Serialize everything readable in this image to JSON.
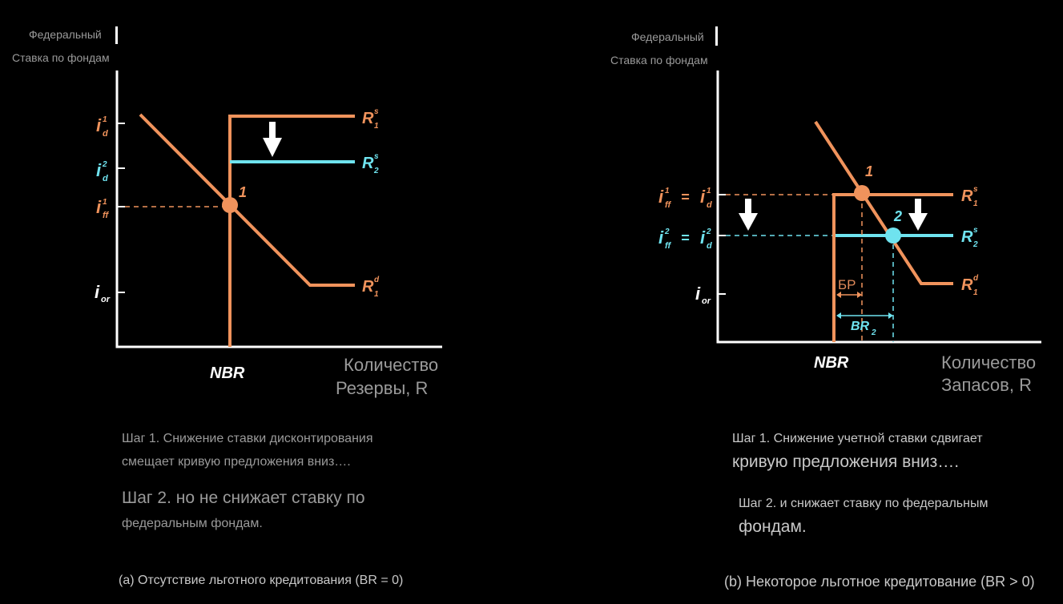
{
  "left": {
    "y_axis_top": "Федеральный",
    "y_axis_bottom": "Ставка по фондам",
    "x_axis_line1": "Количество",
    "x_axis_line2": "Резервы, R",
    "nbr": "NBR",
    "point1": "1",
    "step1_line1": "Шаг 1. Снижение ставки дисконтирования",
    "step1_line2": "смещает кривую предложения вниз….",
    "step2_line1": " Шаг 2. но не снижает ставку по",
    "step2_line2": "федеральным фондам.",
    "caption": "(a) Отсутствие льготного кредитования (BR = 0)"
  },
  "right": {
    "y_axis_top": "Федеральный",
    "y_axis_bottom": "Ставка по фондам",
    "x_axis_line1": "Количество",
    "x_axis_line2": "Запасов, R",
    "nbr": "NBR",
    "point1": "1",
    "point2": "2",
    "br1": "БР",
    "br2": "BR",
    "step1_line1": "Шаг 1. Снижение учетной ставки сдвигает",
    "step1_line2": "кривую предложения вниз….",
    "step2_line1": "Шаг 2. и снижает ставку по федеральным",
    "step2_line2": "фондам.",
    "caption": "(b) Некоторое льготное кредитование (BR > 0)"
  },
  "colors": {
    "orange": "#f0935c",
    "cyan": "#6fe3ef",
    "background": "#000000"
  }
}
